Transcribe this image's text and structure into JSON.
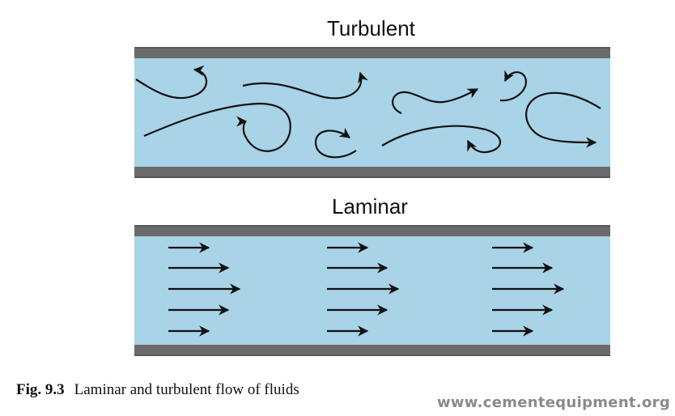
{
  "turbulent": {
    "title": "Turbulent"
  },
  "laminar": {
    "title": "Laminar"
  },
  "caption": {
    "label": "Fig. 9.3",
    "text": "Laminar and turbulent flow of fluids"
  },
  "watermark": "www.cementequipment.org",
  "colors": {
    "fluid": "#a9d3e6",
    "pipe_wall": "#6b6b6b",
    "arrow": "#111111"
  }
}
